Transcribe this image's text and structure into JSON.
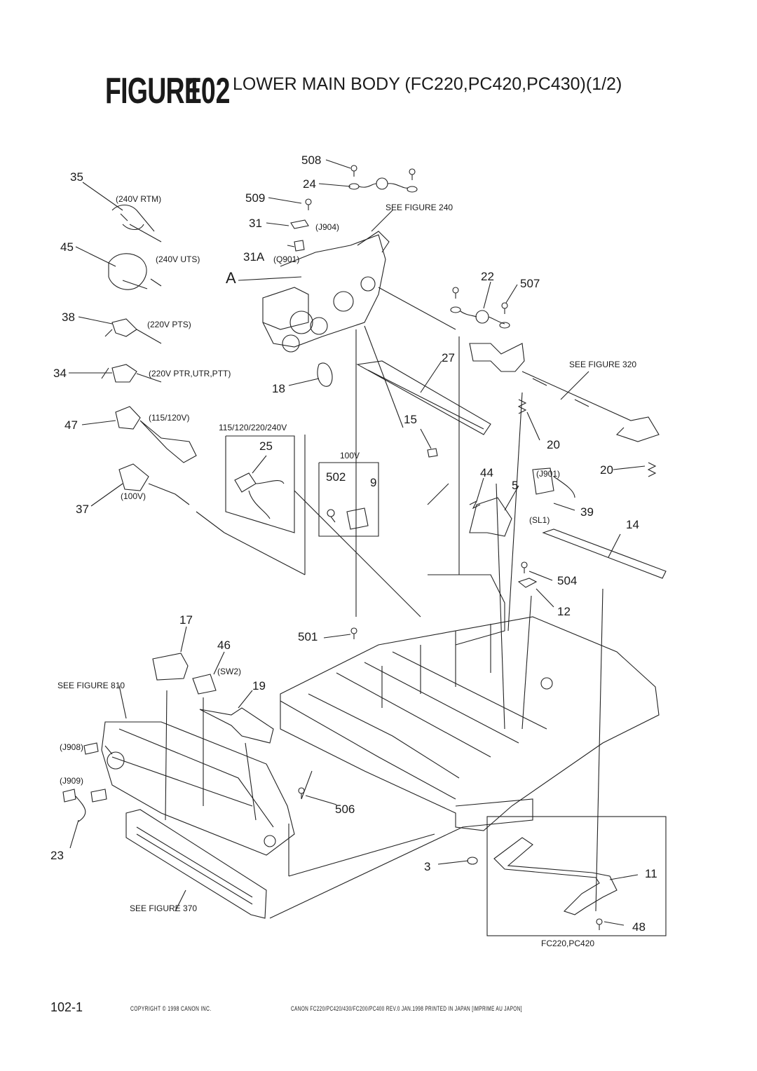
{
  "header": {
    "figure_word": "FIGURE",
    "figure_number": "102",
    "subtitle": "LOWER MAIN BODY (FC220,PC420,PC430)(1/2)"
  },
  "part_numbers": {
    "p508": "508",
    "p24": "24",
    "p35": "35",
    "p509": "509",
    "p31": "31",
    "p45": "45",
    "p31a": "31A",
    "pA": "A",
    "p22": "22",
    "p507": "507",
    "p38": "38",
    "p27": "27",
    "p34": "34",
    "p18": "18",
    "p47": "47",
    "p15": "15",
    "p20a": "20",
    "p25": "25",
    "p20b": "20",
    "p502": "502",
    "p9": "9",
    "p44": "44",
    "p5": "5",
    "p39": "39",
    "p37": "37",
    "p14": "14",
    "p504": "504",
    "p12": "12",
    "p17": "17",
    "p501": "501",
    "p46": "46",
    "p19": "19",
    "p506": "506",
    "p23": "23",
    "p3": "3",
    "p11": "11",
    "p48": "48"
  },
  "notes": {
    "n240rtm": "(240V RTM)",
    "n240uts": "(240V UTS)",
    "n220pts": "(220V PTS)",
    "n220ptr": "(220V PTR,UTR,PTT)",
    "n115": "(115/120V)",
    "n100v_plug": "(100V)",
    "nvolts": "115/120/220/240V",
    "n100v_box": "100V",
    "nj904": "(J904)",
    "nq901": "(Q901)",
    "nj901": "(J901)",
    "nsl1": "(SL1)",
    "nsw2": "(SW2)",
    "nj908": "(J908)",
    "nj909": "(J909)",
    "see240": "SEE FIGURE 240",
    "see320": "SEE FIGURE 320",
    "see810": "SEE FIGURE 810",
    "see370": "SEE FIGURE 370",
    "fc_box": "FC220,PC420"
  },
  "footer": {
    "page": "102-1",
    "copyright": "COPYRIGHT © 1998 CANON INC.",
    "revision": "CANON FC220/PC420/430/FC200/PC400 REV.0 JAN.1998 PRINTED IN JAPAN [IMPRIME AU JAPON]"
  }
}
